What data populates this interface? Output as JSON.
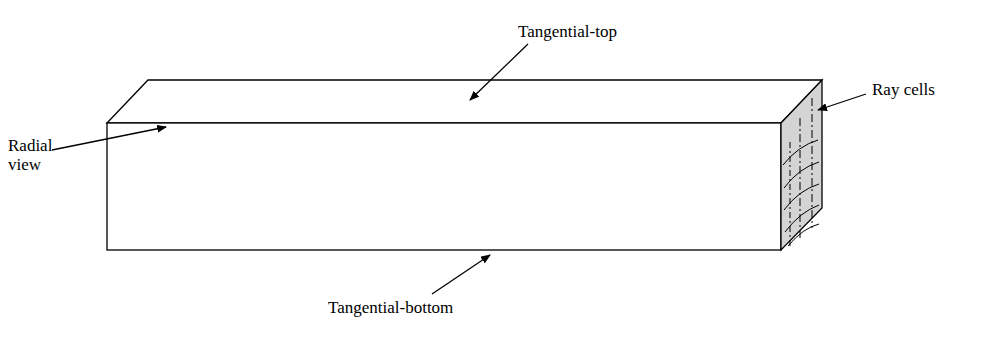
{
  "diagram": {
    "labels": [
      "Tangential-top",
      "Ray cells",
      "Radial view",
      "Tangential-bottom"
    ]
  }
}
